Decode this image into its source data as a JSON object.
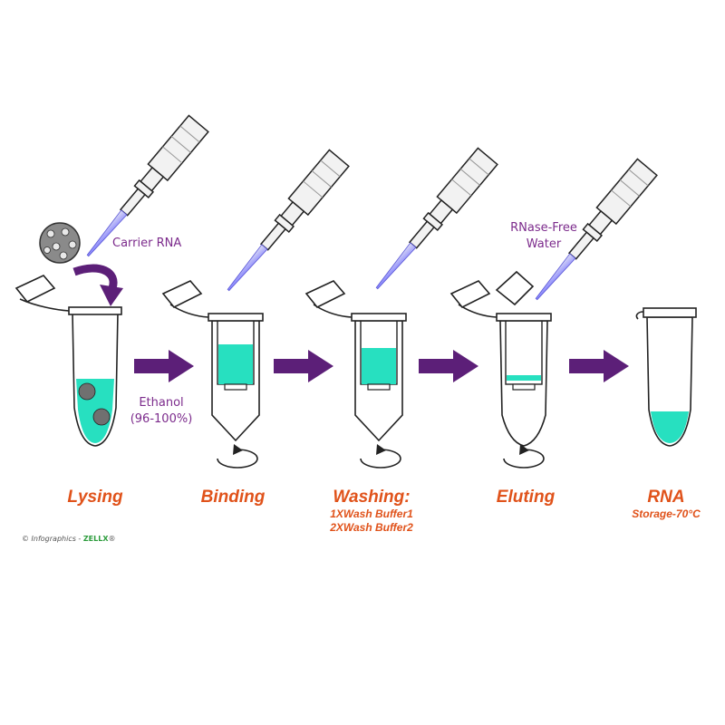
{
  "steps": [
    {
      "title": "Lysing",
      "sub": []
    },
    {
      "title": "Binding",
      "sub": []
    },
    {
      "title": "Washing:",
      "sub": [
        "1XWash Buffer1",
        "2XWash Buffer2"
      ]
    },
    {
      "title": "Eluting",
      "sub": []
    },
    {
      "title": "RNA",
      "sub": [
        "Storage-70°C"
      ]
    }
  ],
  "annotations": {
    "carrier_rna": "Carrier RNA",
    "ethanol": [
      "Ethanol",
      "(96-100%)"
    ],
    "rnase_free_water": [
      "RNase-Free",
      "Water"
    ]
  },
  "credit": {
    "prefix": "© Infographics - ",
    "brand": "ZELLX",
    "mark": "®"
  },
  "colors": {
    "liquid": "#27e0c0",
    "arrow": "#5c1f78",
    "label": "#e0521a",
    "annotation": "#7c2b8c",
    "pipette_tip": "#6f6cff"
  }
}
